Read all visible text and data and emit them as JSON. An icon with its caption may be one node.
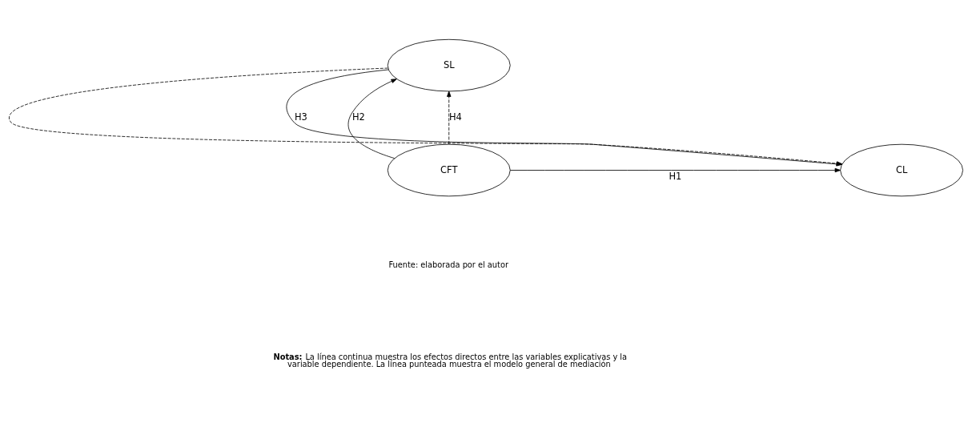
{
  "diagram": {
    "nodes": [
      {
        "text": [
          "SL"
        ]
      },
      {
        "text": [
          "CFT"
        ]
      },
      {
        "text": [
          "CL"
        ]
      }
    ],
    "edges": [
      {
        "from": 1,
        "to": 0,
        "arrow": "to",
        "label": "H2"
      },
      {
        "from": 1,
        "to": 0,
        "arrow": "to",
        "style": "dashed",
        "label": "H4"
      },
      {
        "from": 0,
        "to": 2,
        "arrow": "to",
        "style": "dashed"
      },
      {
        "from": 0,
        "to": 2,
        "arrow": "to",
        "label": "H3"
      },
      {
        "from": 1,
        "to": 2,
        "arrow": "to",
        "label": "H1"
      }
    ],
    "labels": [
      "Fuente: elaborada por el autor",
      "**Notas:** La línea continua muestra los efectos directos entre las variables explicativas y la variable dependiente. La línea punteada muestra el modelo general de mediación"
    ]
  }
}
